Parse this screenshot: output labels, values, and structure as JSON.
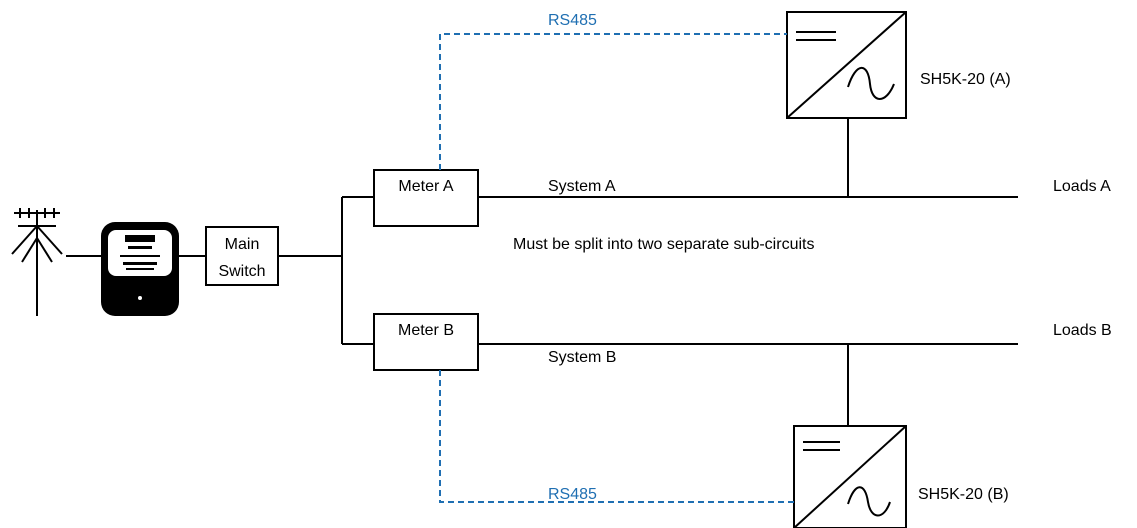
{
  "colors": {
    "wire": "#000000",
    "comm": "#1f6fb2",
    "background": "#ffffff"
  },
  "icons": [
    "utility-pole-icon",
    "electricity-meter-icon",
    "inverter-icon"
  ],
  "labels": {
    "main_switch_line1": "Main",
    "main_switch_line2": "Switch",
    "meter_a": "Meter A",
    "meter_b": "Meter B",
    "system_a": "System A",
    "system_b": "System B",
    "loads_a": "Loads A",
    "loads_b": "Loads B",
    "inverter_a": "SH5K-20 (A)",
    "inverter_b": "SH5K-20 (B)",
    "rs485_a": "RS485",
    "rs485_b": "RS485",
    "note": "Must be split into two separate sub-circuits"
  }
}
